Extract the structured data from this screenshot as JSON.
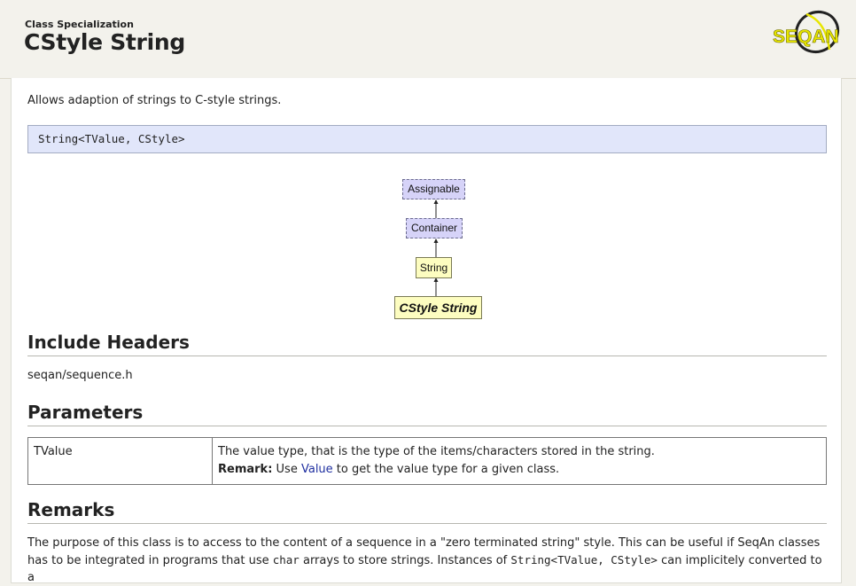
{
  "header": {
    "kind": "Class Specialization",
    "title": "CStyle String",
    "logo_text": "SEQAN"
  },
  "brief": "Allows adaption of strings to C-style strings.",
  "signature": "String<TValue, CStyle>",
  "diagram": {
    "nodes": [
      {
        "label": "Assignable",
        "kind": "concept"
      },
      {
        "label": "Container",
        "kind": "concept"
      },
      {
        "label": "String",
        "kind": "class"
      },
      {
        "label": "CStyle String",
        "kind": "current"
      }
    ]
  },
  "sections": {
    "include_headers": {
      "heading": "Include Headers",
      "file": "seqan/sequence.h"
    },
    "parameters": {
      "heading": "Parameters",
      "rows": [
        {
          "name": "TValue",
          "description": "The value type, that is the type of the items/characters stored in the string.",
          "remark_label": "Remark:",
          "remark_pre": " Use ",
          "remark_link": "Value",
          "remark_post": " to get the value type for a given class."
        }
      ]
    },
    "remarks": {
      "heading": "Remarks",
      "text_1": "The purpose of this class is to access to the content of a sequence in a \"zero terminated string\" style. This can be useful if SeqAn classes has to be integrated in programs that use ",
      "code_1": "char",
      "text_2": " arrays to store strings. Instances of ",
      "code_2": "String<TValue, CStyle>",
      "text_3": " can implicitely converted to a"
    }
  },
  "colors": {
    "page_bg": "#f3f2ec",
    "signature_bg": "#e1e6fa",
    "concept_node": "#d6d3f8",
    "class_node": "#fdfdc0",
    "link": "#1f2fa0",
    "logo_yellow": "#e8e600"
  }
}
